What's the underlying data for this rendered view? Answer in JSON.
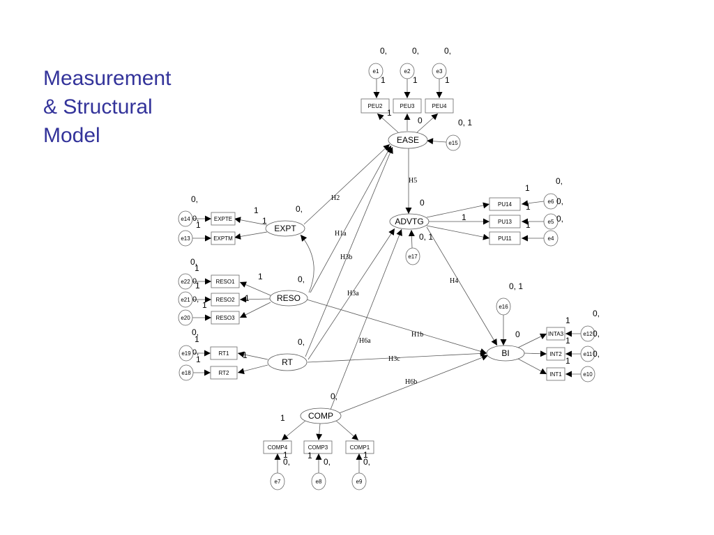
{
  "title": {
    "line1": "Measurement",
    "line2": "& Structural",
    "line3": "Model"
  },
  "latents": {
    "ease": "EASE",
    "expt": "EXPT",
    "advtg": "ADVTG",
    "reso": "RESO",
    "rt": "RT",
    "bi": "BI",
    "comp": "COMP"
  },
  "observed": {
    "peu2": "PEU2",
    "peu3": "PEU3",
    "peu4": "PEU4",
    "expte": "EXPTE",
    "exptm": "EXPTM",
    "pu14": "PU14",
    "pu13": "PU13",
    "pu11": "PU11",
    "reso1": "RESO1",
    "reso2": "RESO2",
    "reso3": "RESO3",
    "rt1": "RT1",
    "rt2": "RT2",
    "inta3": "INTA3",
    "int2": "INT2",
    "int1": "INT1",
    "comp4": "COMP4",
    "comp3": "COMP3",
    "comp1": "COMP1"
  },
  "errors": {
    "e1": "e1",
    "e2": "e2",
    "e3": "e3",
    "e4": "e4",
    "e5": "e5",
    "e6": "e6",
    "e7": "e7",
    "e8": "e8",
    "e9": "e9",
    "e10": "e10",
    "e11": "e11",
    "e12": "e12",
    "e13": "e13",
    "e14": "e14",
    "e15": "e15",
    "e16": "e16",
    "e17": "e17",
    "e18": "e18",
    "e19": "e19",
    "e20": "e20",
    "e21": "e21",
    "e22": "e22"
  },
  "hypotheses": {
    "h1a": "H1a",
    "h1b": "H1b",
    "h2": "H2",
    "h3a": "H3a",
    "h3b": "H3b",
    "h3c": "H3c",
    "h4": "H4",
    "h5": "H5",
    "h6a": "H6a",
    "h6b": "H6b"
  },
  "numbers": {
    "zero_comma": "0,",
    "one": "1",
    "zero": "0",
    "zero_comma_one": "0, 1"
  }
}
